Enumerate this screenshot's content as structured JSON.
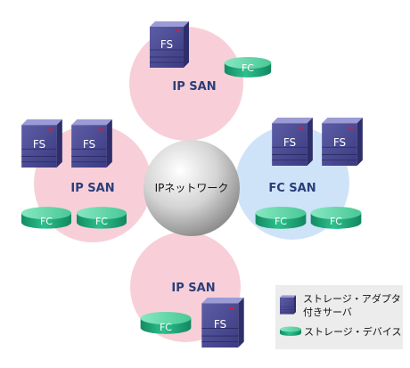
{
  "center": {
    "label": "IPネットワーク"
  },
  "clusters": [
    {
      "label": "IP SAN",
      "servers": [
        "FS"
      ],
      "storage": [
        "FC"
      ],
      "color": "#f7c9d3"
    },
    {
      "label": "IP SAN",
      "servers": [
        "FS",
        "FS"
      ],
      "storage": [
        "FC",
        "FC"
      ],
      "color": "#f7c9d3"
    },
    {
      "label": "FC SAN",
      "servers": [
        "FS",
        "FS"
      ],
      "storage": [
        "FC",
        "FC"
      ],
      "color": "#c9dff7"
    },
    {
      "label": "IP SAN",
      "servers": [
        "FS"
      ],
      "storage": [
        "FC"
      ],
      "color": "#f7c9d3"
    }
  ],
  "legend": {
    "server_label_line1": "ストレージ・アダプタ",
    "server_label_line2": "付きサーバ",
    "storage_label": "ストレージ・デバイス"
  },
  "colors": {
    "server_front": "#4c4c96",
    "server_top": "#8a8ac8",
    "server_side": "#2f2f6e",
    "storage_top": "#4fd0a0",
    "storage_body": "#1fa57a",
    "ip_san_bubble": "#f7c9d3",
    "fc_san_bubble": "#c9dff7",
    "center_sphere": "#d6d6d6",
    "legend_bg": "#ececec"
  }
}
